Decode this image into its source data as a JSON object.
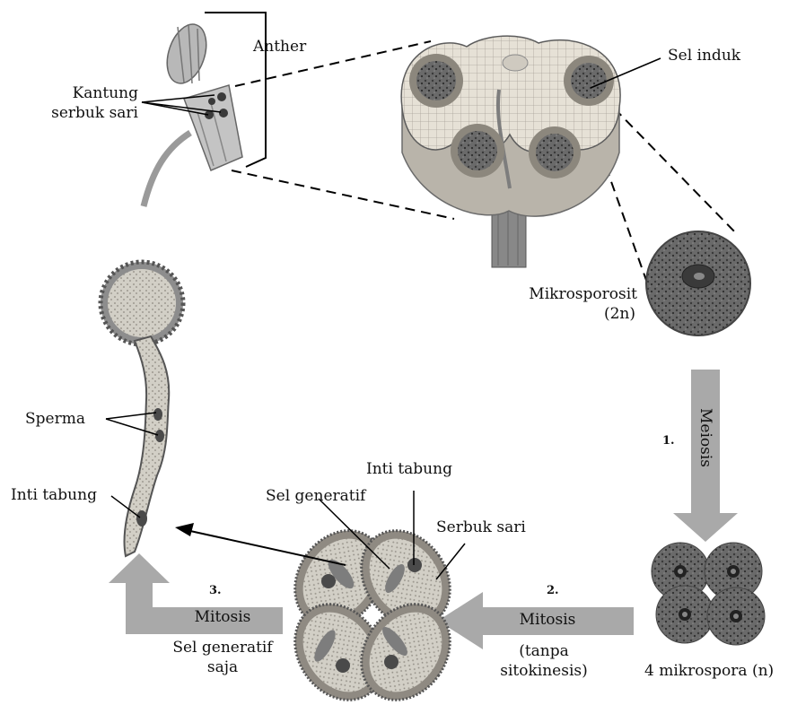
{
  "labels": {
    "anther": "Anther",
    "kantung": "Kantung",
    "serbuk_sari_top": "serbuk sari",
    "sel_induk": "Sel induk",
    "mikrosporosit": "Mikrosporosit",
    "mikrosporosit_ploidy": "(2n)",
    "sperma": "Sperma",
    "inti_tabung_left": "Inti tabung",
    "inti_tabung_center": "Inti tabung",
    "sel_generatif": "Sel generatif",
    "serbuk_sari_right": "Serbuk sari",
    "mikrospora": "4 mikrospora (n)"
  },
  "steps": {
    "step1_num": "1.",
    "step1_label": "Meiosis",
    "step2_num": "2.",
    "step2_label": "Mitosis",
    "step2_note_1": "(tanpa",
    "step2_note_2": "sitokinesis)",
    "step3_num": "3.",
    "step3_label": "Mitosis",
    "step3_note_1": "Sel generatif",
    "step3_note_2": "saja"
  },
  "colors": {
    "arrow_gray": "#a9a9a9",
    "tissue_light": "#d9d4c8",
    "tissue_dark": "#4a4a4a"
  }
}
